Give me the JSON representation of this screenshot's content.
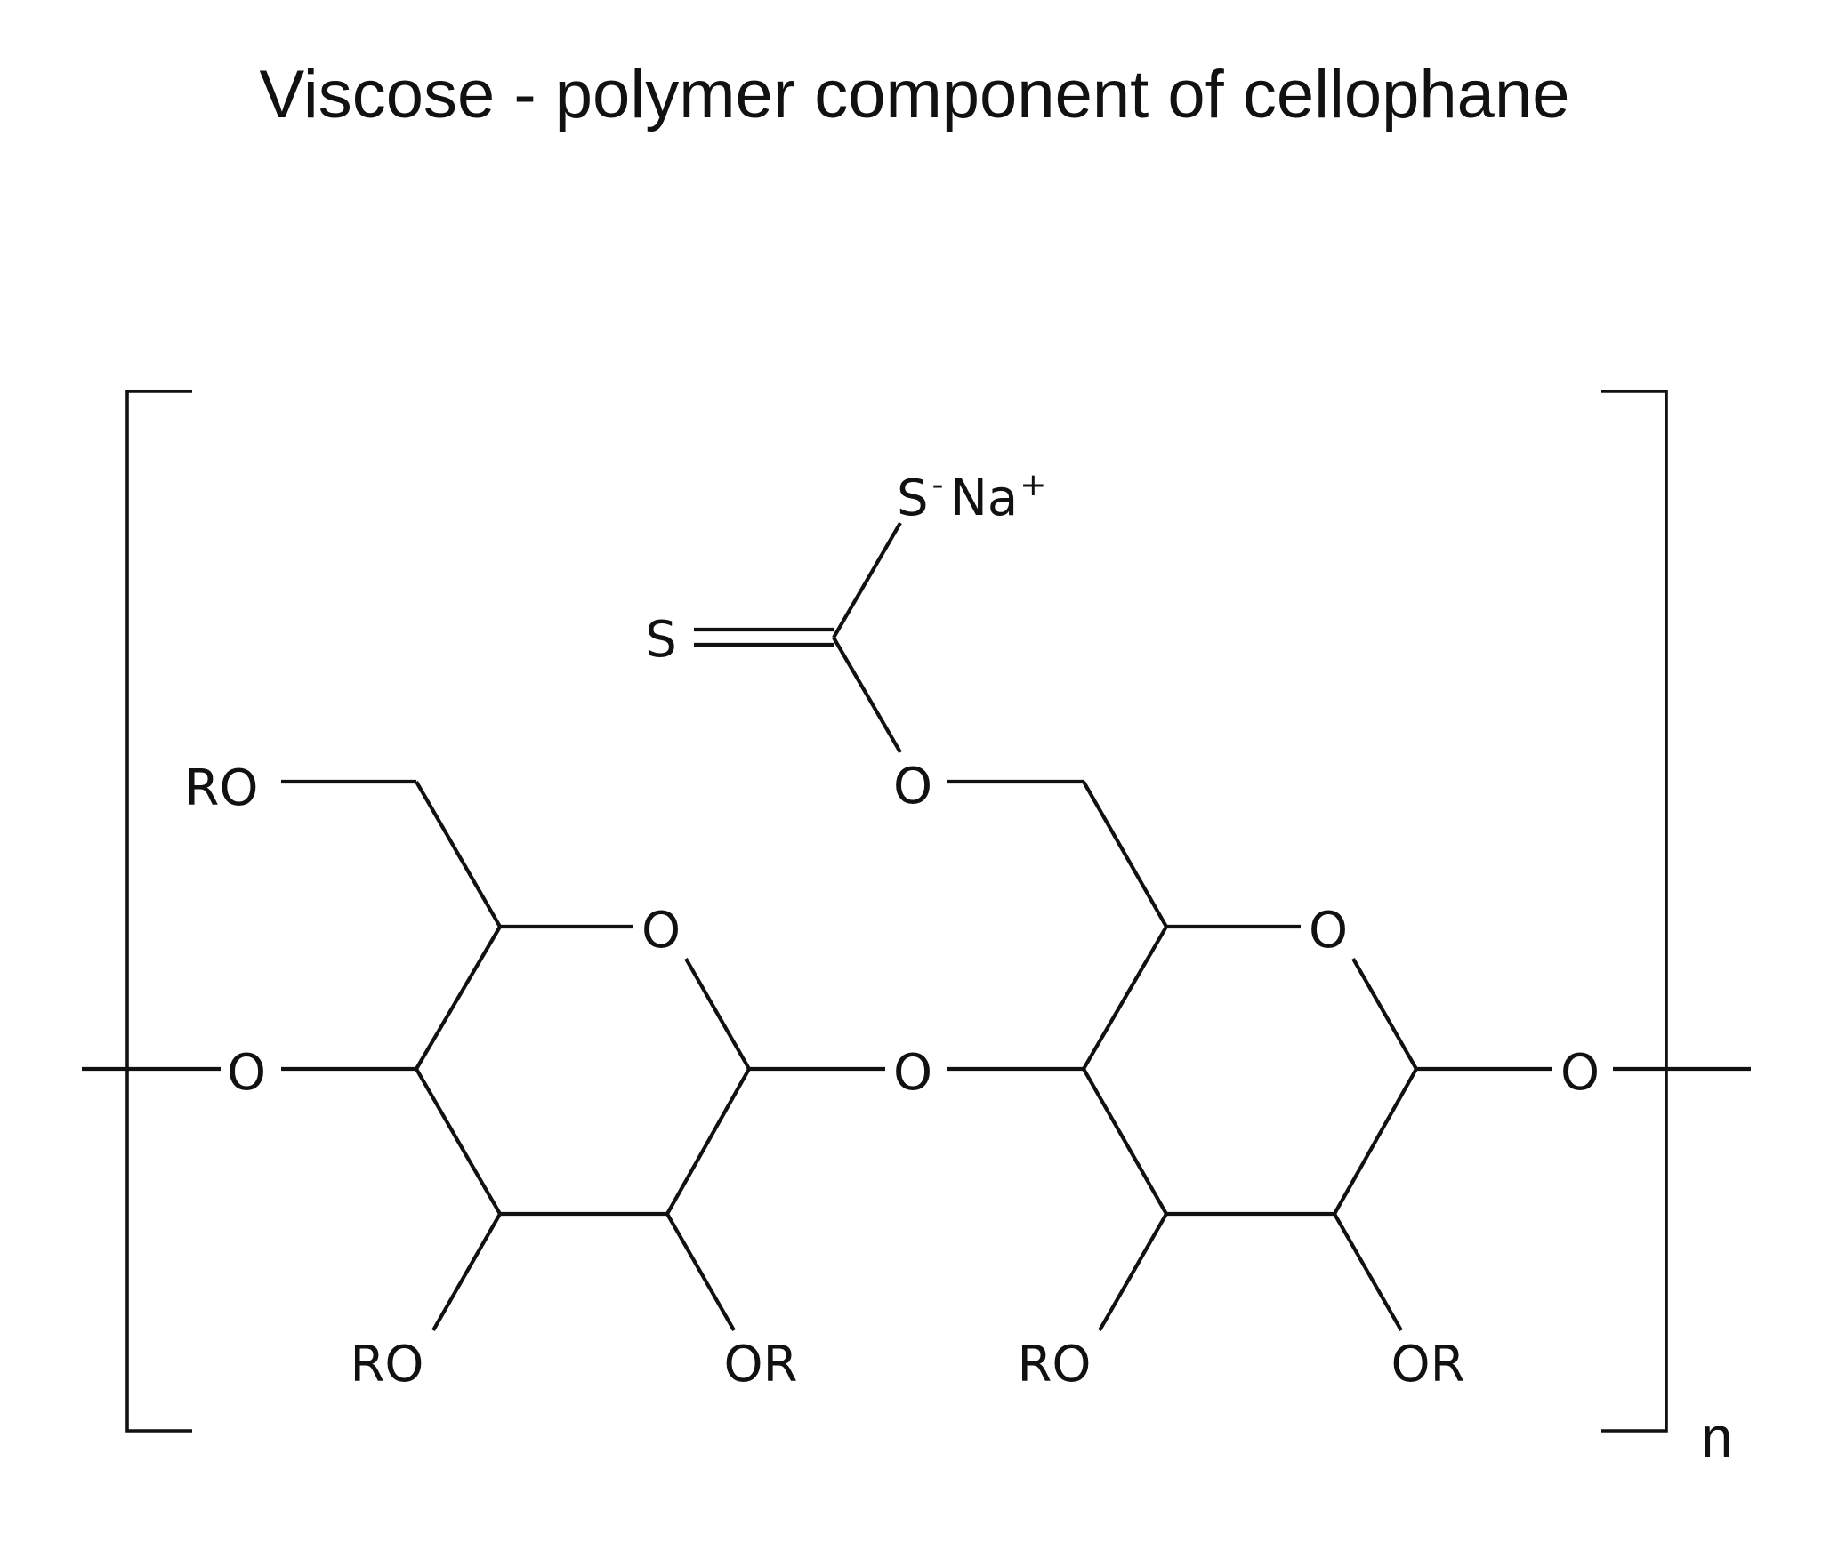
{
  "title": "Viscose - polymer component of cellophane",
  "atoms": {
    "ro_top_left": "RO",
    "o_ring_left": "O",
    "o_ring_right": "O",
    "o_chain_left": "O",
    "o_bridge": "O",
    "o_chain_right": "O",
    "o_xanthate": "O",
    "s_double": "S",
    "s_anion": "S",
    "s_anion_charge": "-",
    "na": "Na",
    "na_charge": "+",
    "ro_bottom_left_1": "RO",
    "or_bottom_left_2": "OR",
    "ro_bottom_right_1": "RO",
    "or_bottom_right_2": "OR"
  },
  "repeat_index": "n"
}
